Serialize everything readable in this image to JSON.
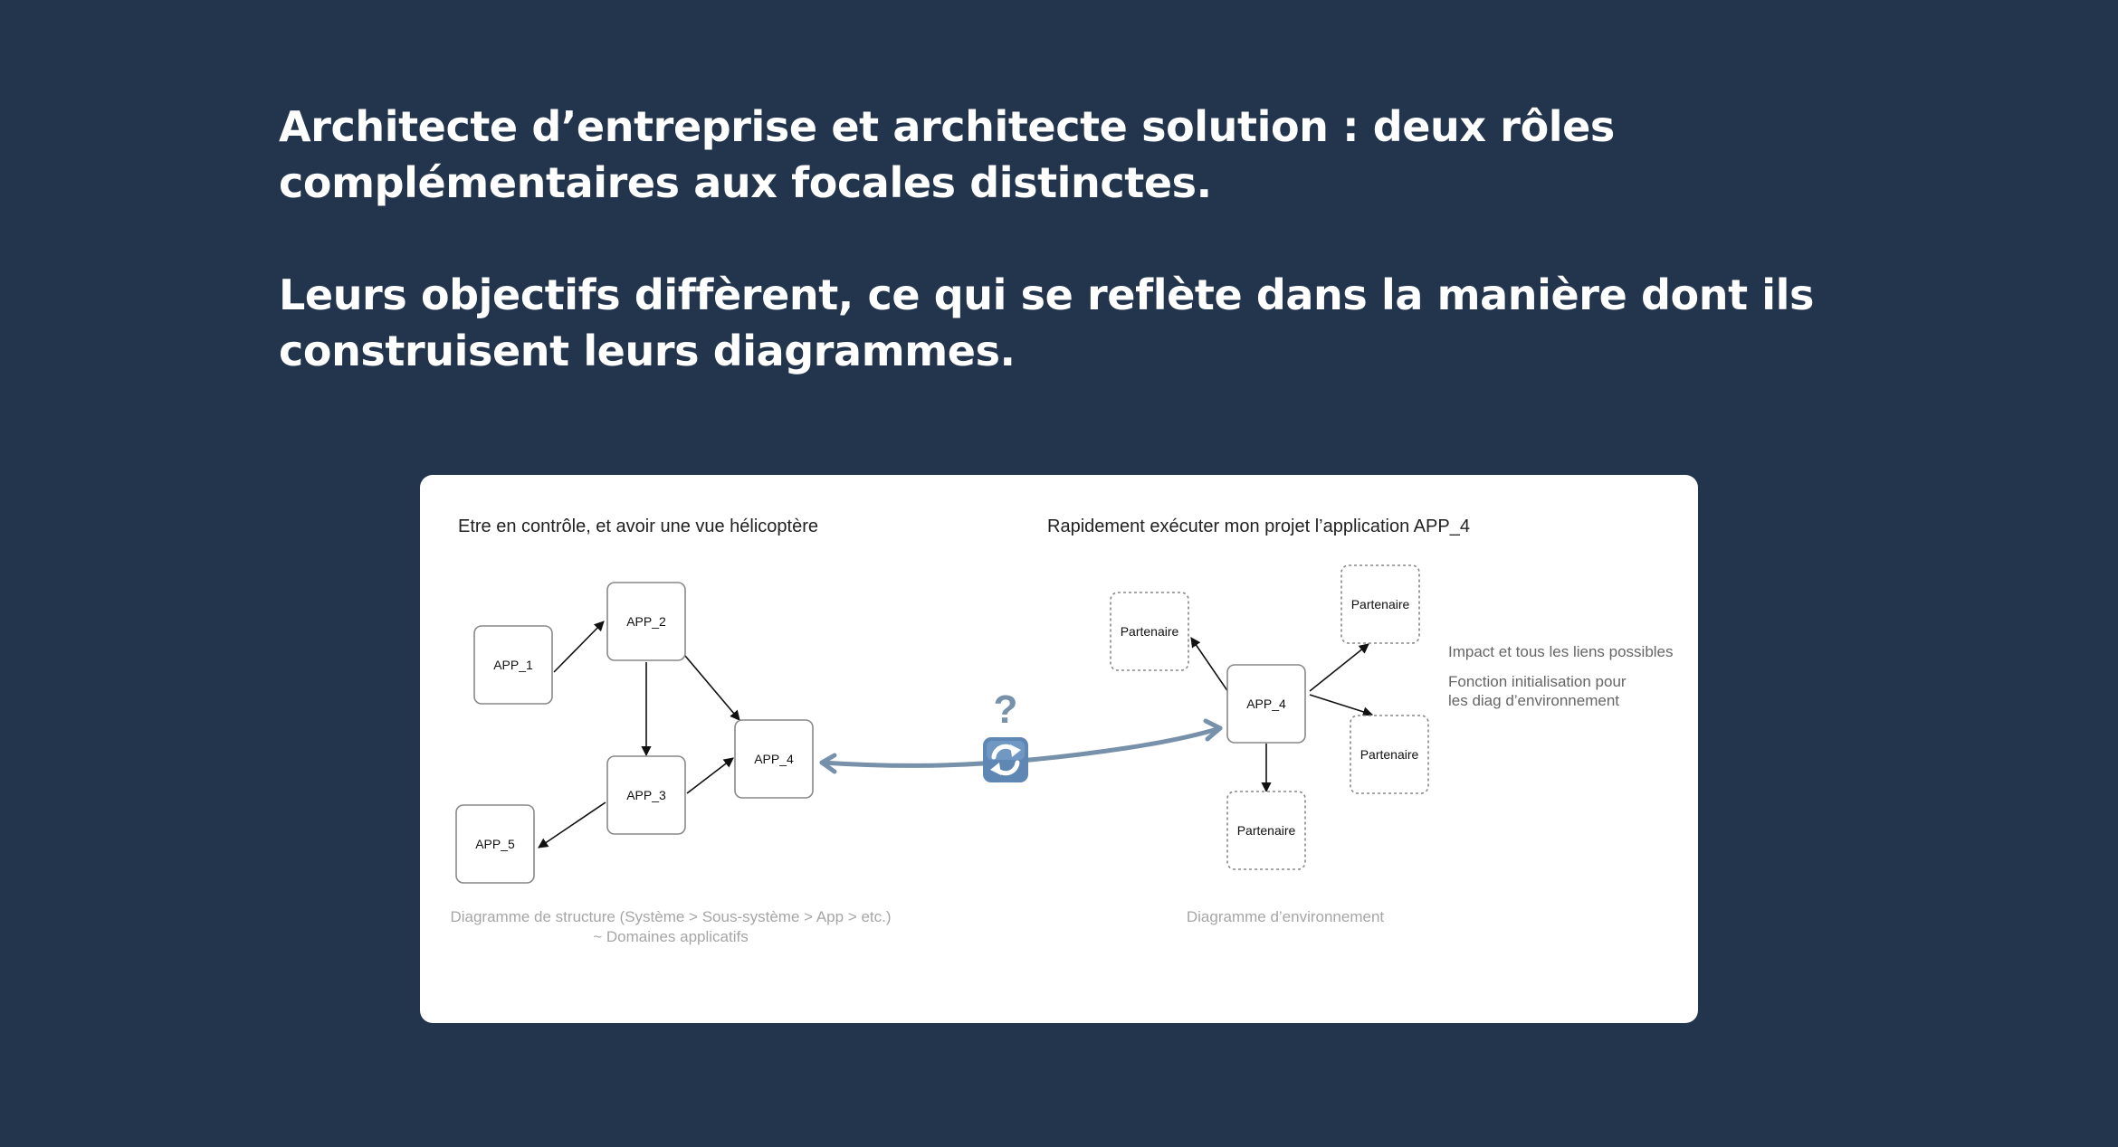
{
  "slide": {
    "heading_1": "Architecte d’entreprise et architecte solution : deux rôles complémentaires aux focales distinctes.",
    "heading_2": "Leurs objectifs diffèrent, ce qui se reflète dans la manière dont ils construisent leurs diagrammes."
  },
  "diagram": {
    "left": {
      "title": "Etre en contrôle, et avoir une vue hélicoptère",
      "nodes": [
        "APP_1",
        "APP_2",
        "APP_3",
        "APP_4",
        "APP_5"
      ],
      "caption_line1": "Diagramme de structure (Système > Sous-système > App > etc.)",
      "caption_line2": "~ Domaines applicatifs"
    },
    "right": {
      "title": "Rapidement exécuter mon projet l’application APP_4",
      "center_node": "APP_4",
      "partner_label": "Partenaire",
      "note_1": "Impact et tous les liens possibles",
      "note_2_line1": "Fonction initialisation pour",
      "note_2_line2": "les diag d’environnement",
      "caption": "Diagramme d’environnement"
    },
    "link": {
      "question_mark": "?",
      "icon": "sync-icon",
      "color": "#7891aa"
    }
  },
  "colors": {
    "background": "#23344d",
    "card": "#ffffff",
    "heading": "#ffffff"
  }
}
